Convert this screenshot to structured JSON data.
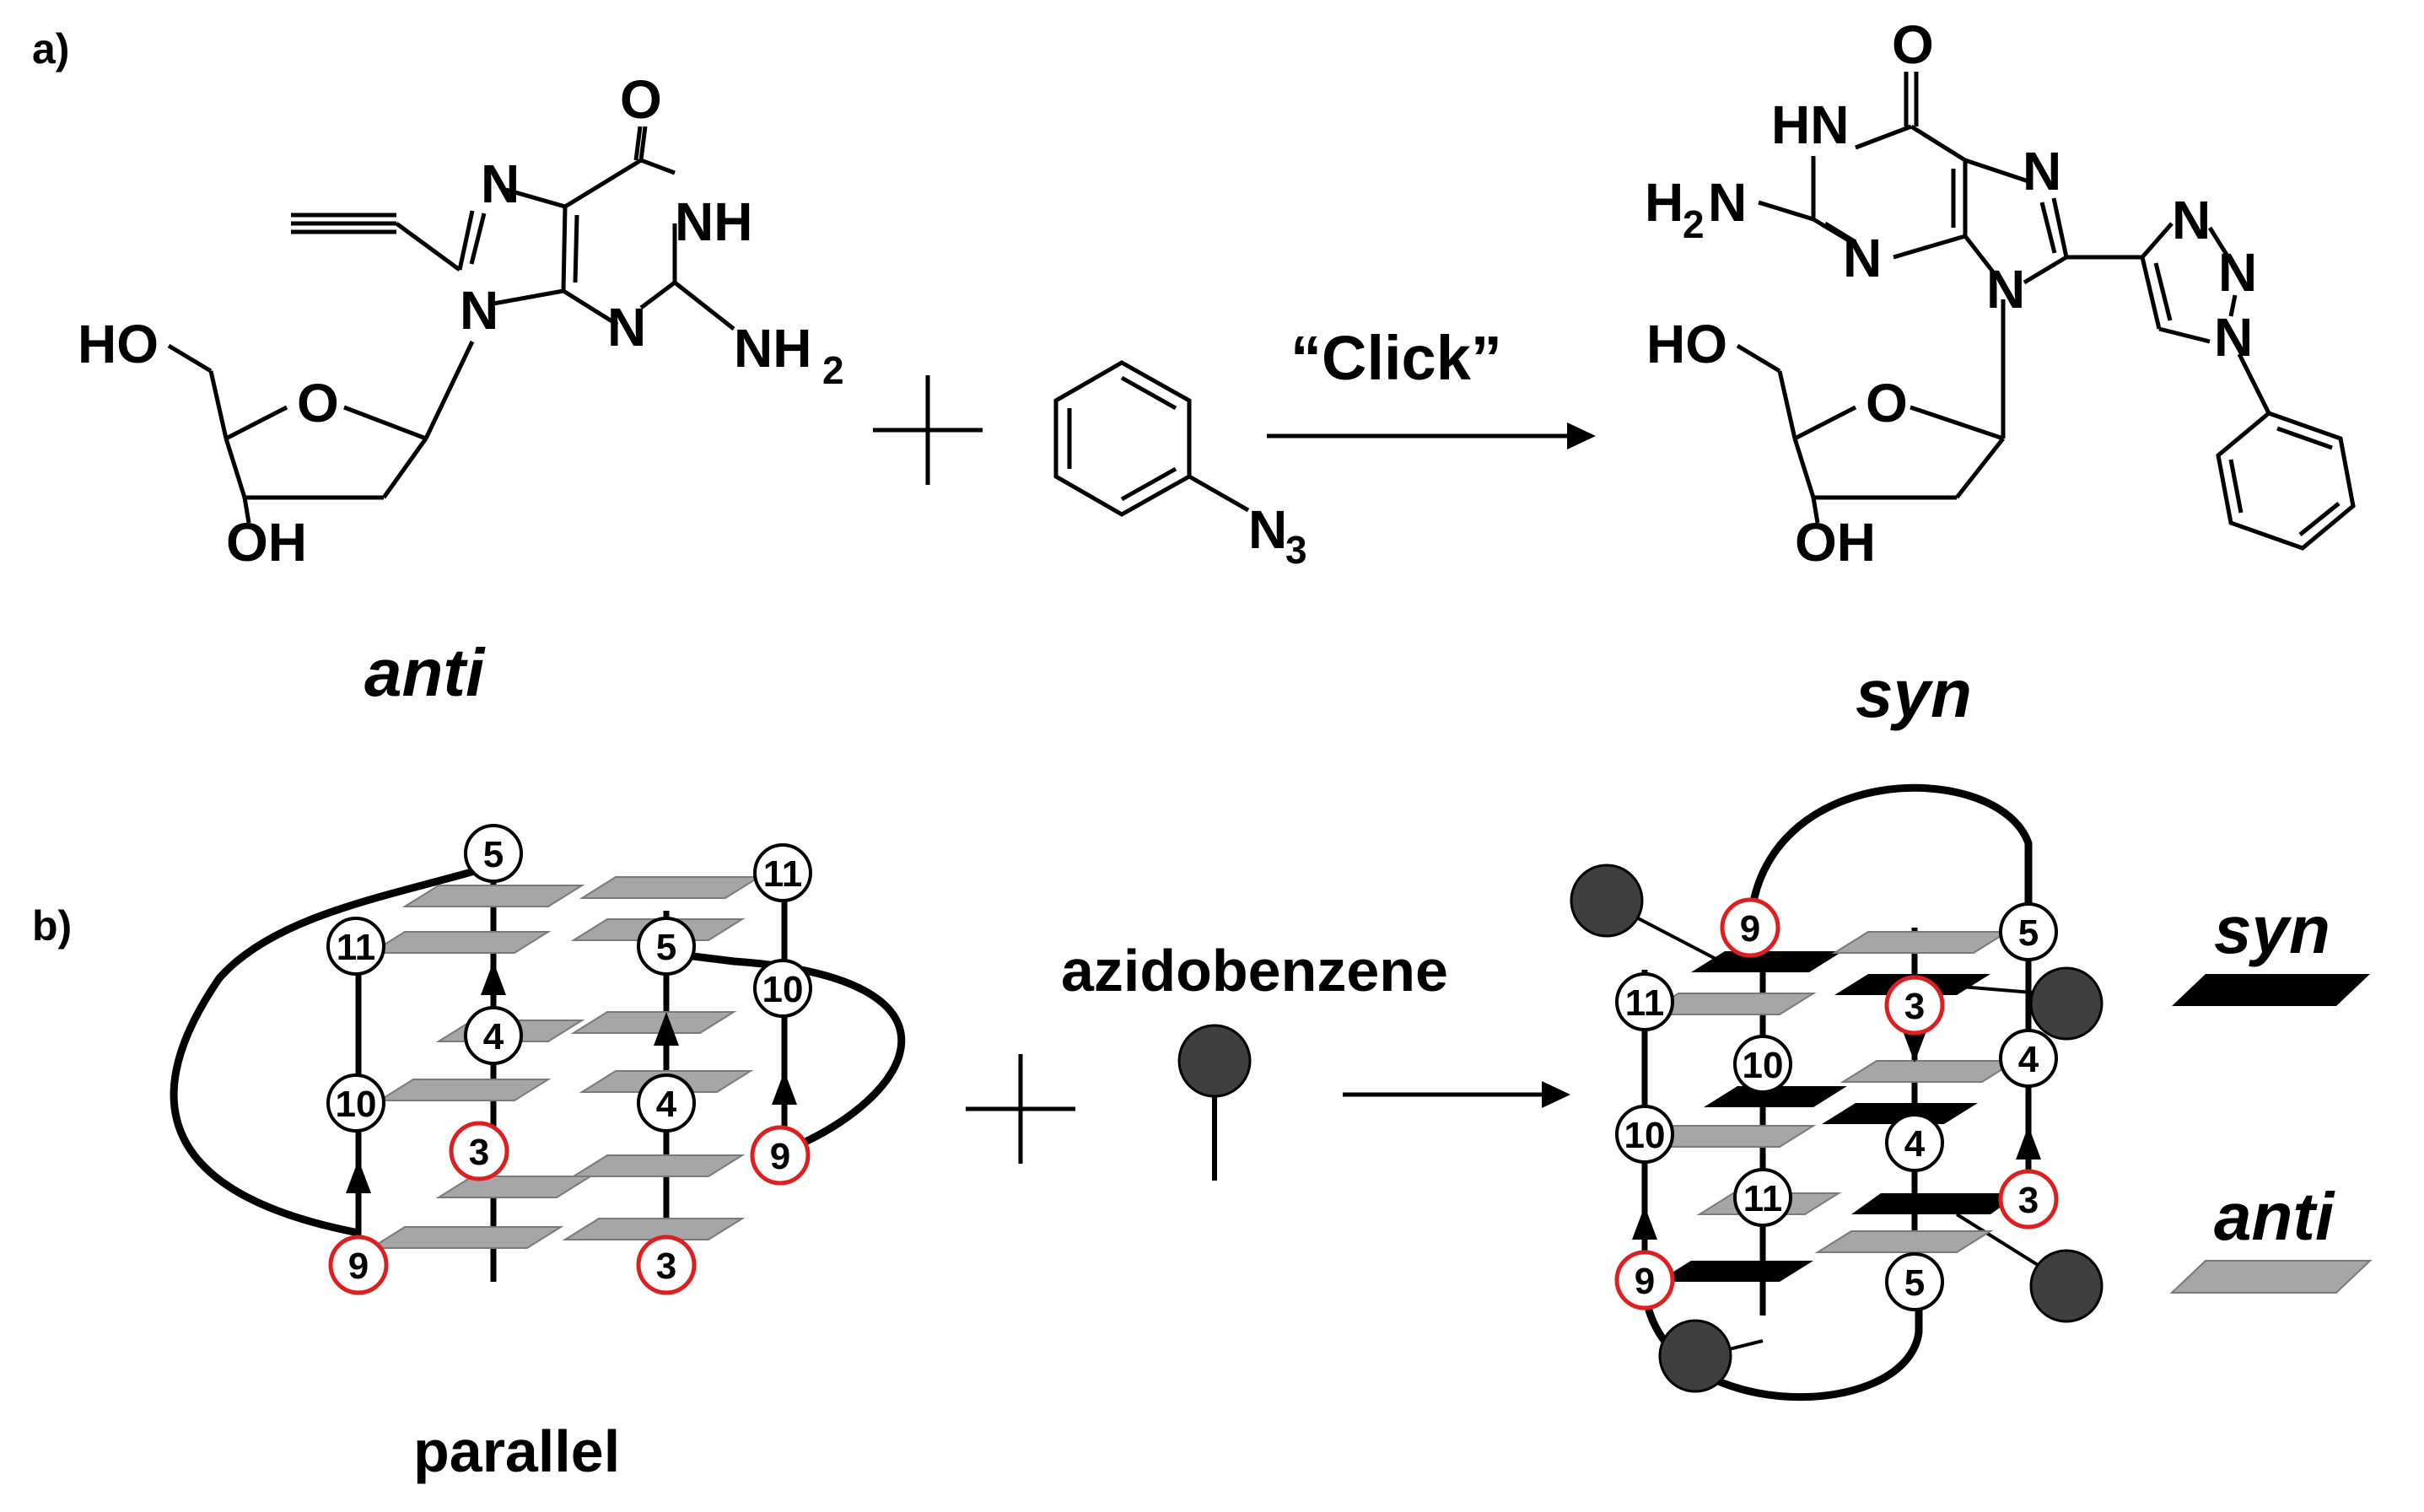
{
  "panel_labels": {
    "a": "a)",
    "b": "b)"
  },
  "reaction_a": {
    "arrow_label": "“Click”",
    "reactant_caption": "anti",
    "product_caption": "syn",
    "reactant_atoms": {
      "o_top": "O",
      "n_top": "N",
      "nh": "NH",
      "n9": "N",
      "n3": "N",
      "nh2": "NH",
      "nh2_sub": "2",
      "ho": "HO",
      "ring_o": "O",
      "oh": "OH"
    },
    "azide_atoms": {
      "n3": "N",
      "n3_sub": "3"
    },
    "product_atoms": {
      "o_top": "O",
      "hn": "HN",
      "h2n_h": "H",
      "h2n_sub": "2",
      "h2n_n": "N",
      "n_left": "N",
      "n7": "N",
      "n9": "N",
      "ho": "HO",
      "ring_o": "O",
      "oh": "OH",
      "tz_n1": "N",
      "tz_n2": "N",
      "tz_n3": "N"
    }
  },
  "reaction_b": {
    "reagent_label": "azidobenzene",
    "left_caption": "parallel",
    "legend": {
      "syn": "syn",
      "anti": "anti"
    },
    "left_numbers": [
      "5",
      "11",
      "11",
      "5",
      "10",
      "4",
      "10",
      "4",
      "3",
      "9",
      "9",
      "3"
    ],
    "right_numbers": [
      "9",
      "5",
      "11",
      "3",
      "10",
      "4",
      "10",
      "4",
      "11",
      "3",
      "9",
      "5"
    ]
  },
  "colors": {
    "red_ring": "#dd1f1f",
    "anti_plane": "#a6a6a6",
    "syn_plane": "#000000",
    "ball": "#3f3f3f"
  }
}
